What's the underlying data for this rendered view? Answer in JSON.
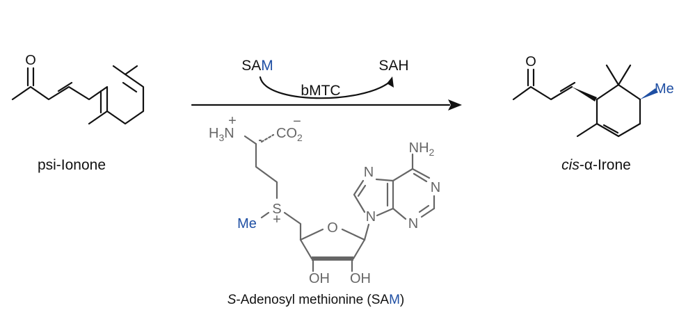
{
  "reaction": {
    "reactant_label": "psi-Ionone",
    "product_label_italic": "cis",
    "product_label_rest": "-α-Irone",
    "cofactor_in_prefix": "SA",
    "cofactor_in_highlight": "M",
    "cofactor_out": "SAH",
    "enzyme": "bMTC"
  },
  "sam": {
    "name_italic": "S",
    "name_rest": "-Adenosyl methionine (SA",
    "name_highlight": "M",
    "name_close": ")"
  },
  "atoms": {
    "oxygen": "O",
    "nitrogen": "N",
    "sulfur": "S",
    "methyl": "Me",
    "hydroxyl": "OH",
    "amine_prefix": "H",
    "amine_sub": "3",
    "amine_n": "N",
    "carboxylate": "CO",
    "carboxylate_sub": "2",
    "amino_group": "NH",
    "amino_sub": "2",
    "plus": "+",
    "minus": "−"
  },
  "colors": {
    "highlight": "#1f4fa3",
    "structure": "#111111",
    "sam_structure": "#666666"
  }
}
